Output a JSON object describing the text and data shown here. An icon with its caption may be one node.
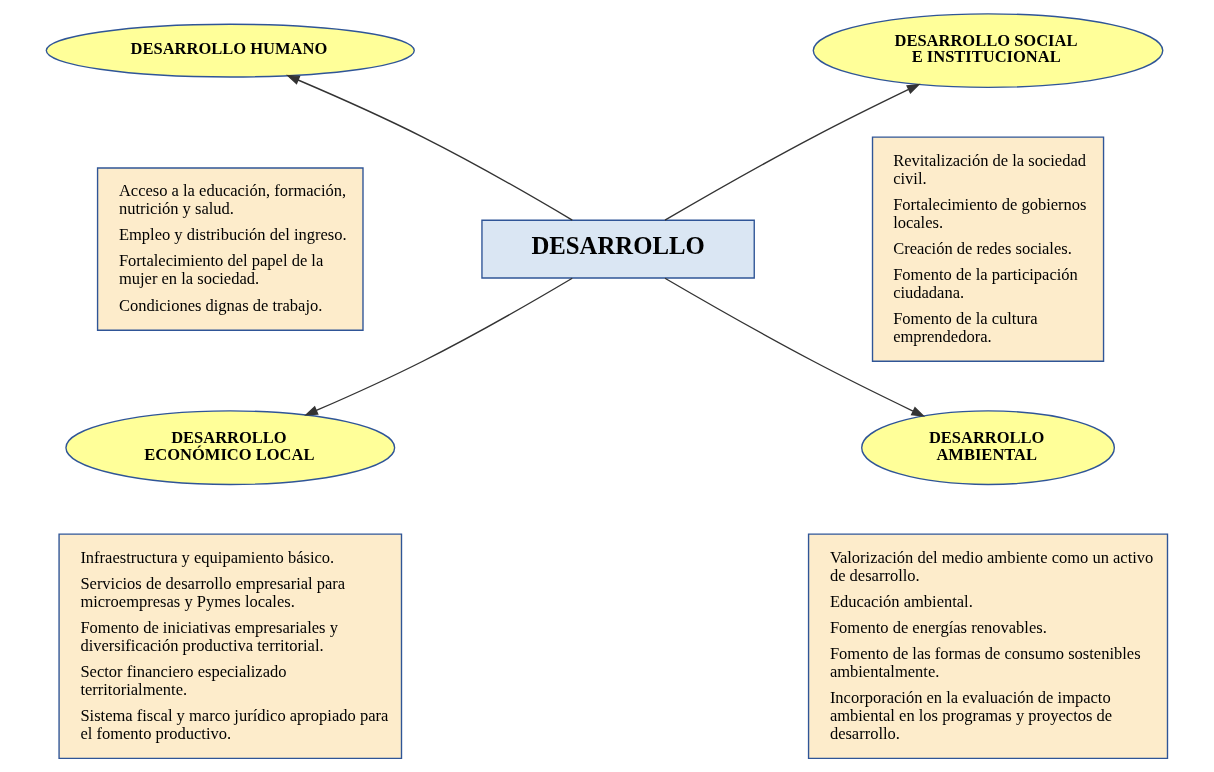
{
  "diagram": {
    "nodes": [
      {
        "text": [
          "DESARROLLO HUMANO"
        ]
      },
      {
        "text": [
          "DESARROLLO SOCIAL E INSTITUCIONAL"
        ]
      },
      {
        "text": [
          "Acceso a la educación, formación, nutrición y salud.",
          "Empleo y distribución del ingreso.",
          "Fortalecimiento del papel de la mujer en la sociedad.",
          "Condiciones dignas de trabajo."
        ]
      },
      {
        "text": [
          "Revitalización de la sociedad civil.",
          "Fortalecimiento de gobiernos locales.",
          "Creación de redes sociales.",
          "Fomento de la participación ciudadana.",
          "Fomento de la cultura emprendedora."
        ]
      },
      {
        "text": [
          "DESARROLLO"
        ]
      },
      {
        "text": [
          "DESARROLLO ECONÓMICO LOCAL"
        ]
      },
      {
        "text": [
          "DESARROLLO AMBIENTAL"
        ]
      },
      {
        "text": [
          "Infraestructura y equipamiento básico.",
          "Servicios de desarrollo empresarial para microempresas y Pymes locales.",
          "Fomento de iniciativas empresariales y diversificación productiva territorial.",
          "Sector financiero especializado territorialmente.",
          "Sistema fiscal y marco jurídico apropiado para el fomento productivo."
        ]
      },
      {
        "text": [
          "Valorización del medio ambiente como un activo de desarrollo.",
          "Educación ambiental.",
          "Fomento de energías renovables.",
          "Fomento de las formas de consumo sostenibles ambientalmente.",
          "Incorporación en la evaluación de impacto ambiental en los programas y proyectos de desarrollo."
        ]
      }
    ],
    "edges": [
      {
        "from": 4,
        "to": 0,
        "arrow": "to"
      },
      {
        "from": 4,
        "to": 1,
        "arrow": "to"
      },
      {
        "from": 4,
        "to": 5,
        "arrow": "to"
      },
      {
        "from": 4,
        "to": 6,
        "arrow": "to"
      }
    ]
  }
}
